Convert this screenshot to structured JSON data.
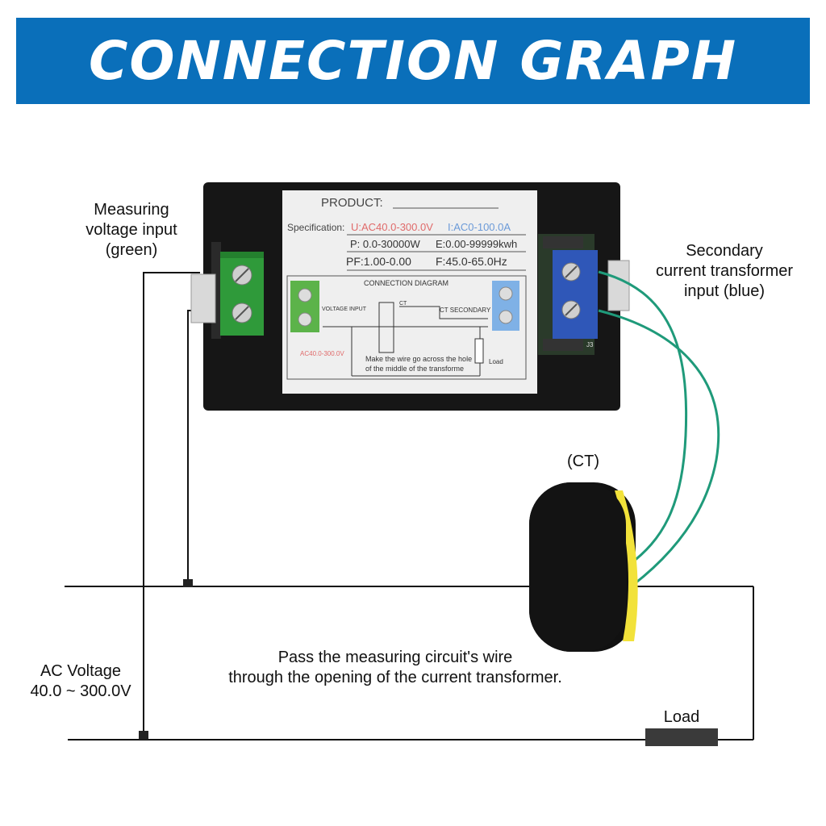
{
  "title": "CONNECTION GRAPH",
  "labels": {
    "voltage_input": [
      "Measuring",
      "voltage input",
      "(green)"
    ],
    "ct_input": [
      "Secondary",
      "current transformer",
      "input (blue)"
    ],
    "ct": "(CT)",
    "ac_voltage": [
      "AC Voltage",
      "40.0 ~ 300.0V"
    ],
    "pass_wire": [
      "Pass the measuring circuit's wire",
      "through the opening of the current transformer."
    ],
    "load": "Load"
  },
  "meter_label": {
    "product": "PRODUCT:",
    "specification": "Specification:",
    "voltage_spec": "U:AC40.0-300.0V",
    "current_spec": "I:AC0-100.0A",
    "power_line": "P: 0.0-30000W",
    "energy_line": "E:0.00-99999kwh",
    "pf_line": "PF:1.00-0.00",
    "freq_line": "F:45.0-65.0Hz",
    "diagram_title": "CONNECTION DIAGRAM",
    "voltage_input": "VOLTAGE INPUT",
    "ct": "CT",
    "ct_secondary": "CT SECONDARY",
    "ac_range": "AC40.0-300.0V",
    "note_line1": "Make the wire go across the hole",
    "note_line2": "of the middle of the transforme",
    "load": "Load",
    "j3": "J3"
  },
  "colors": {
    "banner": "#0a6fba",
    "green_terminal": "#2f9a3a",
    "blue_terminal": "#2f57b8",
    "wire_green": "#1f9a7a",
    "ct_body": "#111111",
    "ct_core": "#f2e23a"
  }
}
